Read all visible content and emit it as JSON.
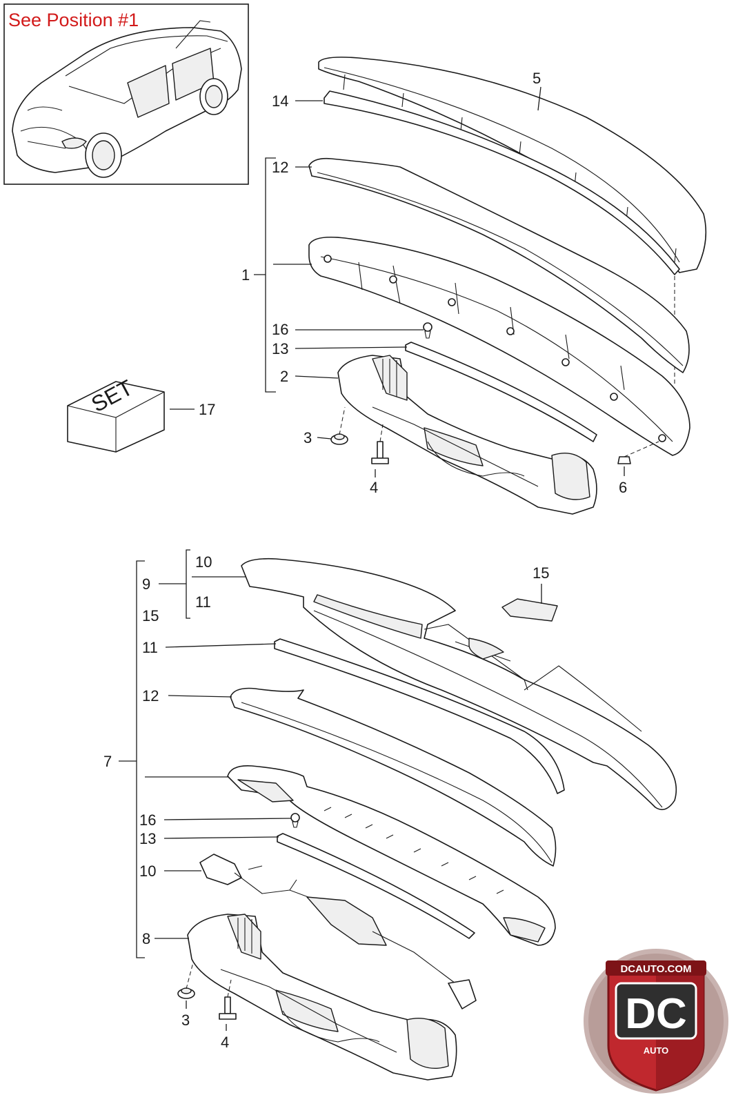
{
  "inset": {
    "title": "See Position #1"
  },
  "set_box": {
    "text": "SET"
  },
  "badge": {
    "site": "DCAUTO.COM",
    "logo": "DC",
    "subtitle": "AUTO",
    "accent": "#c0282e"
  },
  "callouts_upper": {
    "n5": "5",
    "n14": "14",
    "n12": "12",
    "n1": "1",
    "n16": "16",
    "n13": "13",
    "n2": "2",
    "n17": "17",
    "n3": "3",
    "n4": "4",
    "n6": "6"
  },
  "callouts_lower": {
    "n10a": "10",
    "n9": "9",
    "n11a": "11",
    "n15a": "15",
    "n15b": "15",
    "n11b": "11",
    "n12": "12",
    "n7": "7",
    "n16": "16",
    "n13": "13",
    "n10b": "10",
    "n8": "8",
    "n3": "3",
    "n4": "4"
  }
}
